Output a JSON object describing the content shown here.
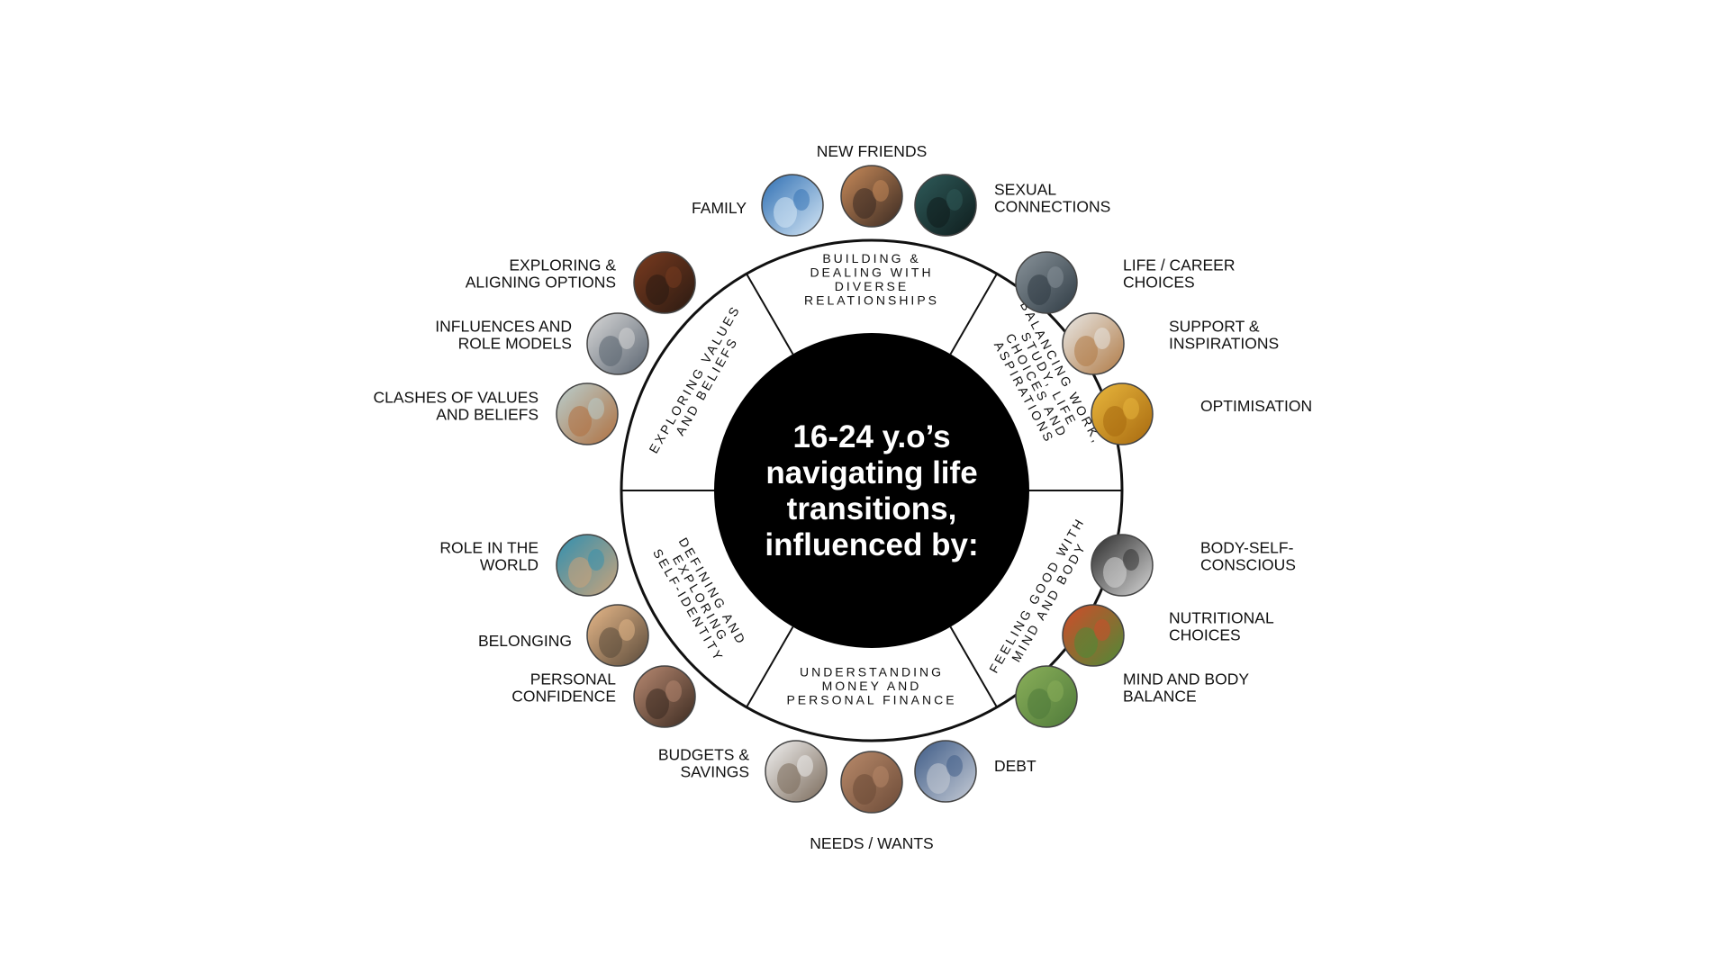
{
  "title_lines": [
    "16-24 y.o’s",
    "navigating life",
    "transitions,",
    "influenced by:"
  ],
  "segments": [
    {
      "id": "relationships",
      "lines": [
        "BUILDING &",
        "DEALING WITH",
        "DIVERSE",
        "RELATIONSHIPS"
      ]
    },
    {
      "id": "balancing",
      "lines": [
        "BALANCING WORK,",
        "STUDY, LIFE",
        "CHOICES AND",
        "ASPIRATIONS"
      ]
    },
    {
      "id": "feeling",
      "lines": [
        "FEELING GOOD WITH",
        "MIND AND BODY"
      ]
    },
    {
      "id": "money",
      "lines": [
        "UNDERSTANDING",
        "MONEY AND",
        "PERSONAL FINANCE"
      ]
    },
    {
      "id": "identity",
      "lines": [
        "DEFINING AND",
        "EXPLORING",
        "SELF-IDENTITY"
      ]
    },
    {
      "id": "values",
      "lines": [
        "EXPLORING VALUES",
        "AND BELIEFS"
      ]
    }
  ],
  "items": [
    {
      "id": "family",
      "lines": [
        "FAMILY"
      ],
      "icon": "family-photo",
      "colors": [
        "#2f6fb3",
        "#d6e7f5"
      ]
    },
    {
      "id": "new-friends",
      "lines": [
        "NEW FRIENDS"
      ],
      "icon": "friends-sunset-photo",
      "colors": [
        "#c98b5a",
        "#3a2a22"
      ]
    },
    {
      "id": "sexual-connections",
      "lines": [
        "SEXUAL",
        "CONNECTIONS"
      ],
      "icon": "couple-photo",
      "colors": [
        "#2f5b5a",
        "#0e1c1c"
      ]
    },
    {
      "id": "life-career",
      "lines": [
        "LIFE / CAREER",
        "CHOICES"
      ],
      "icon": "career-choices-photo",
      "colors": [
        "#8a949b",
        "#2f3b44"
      ]
    },
    {
      "id": "support",
      "lines": [
        "SUPPORT &",
        "INSPIRATIONS"
      ],
      "icon": "support-photo",
      "colors": [
        "#e9e9e7",
        "#b07a45"
      ]
    },
    {
      "id": "optimisation",
      "lines": [
        "OPTIMISATION"
      ],
      "icon": "capsules-photo",
      "colors": [
        "#e9b73d",
        "#a7690f"
      ]
    },
    {
      "id": "body-self",
      "lines": [
        "BODY-SELF-",
        "CONSCIOUS"
      ],
      "icon": "body-photo",
      "colors": [
        "#2a2a2a",
        "#d7d7d7"
      ]
    },
    {
      "id": "nutritional",
      "lines": [
        "NUTRITIONAL",
        "CHOICES"
      ],
      "icon": "vegetables-photo",
      "colors": [
        "#d24a2a",
        "#4d8b37"
      ]
    },
    {
      "id": "mind-body",
      "lines": [
        "MIND AND BODY",
        "BALANCE"
      ],
      "icon": "meditation-photo",
      "colors": [
        "#8bb05a",
        "#4f7a3a"
      ]
    },
    {
      "id": "debt",
      "lines": [
        "DEBT"
      ],
      "icon": "debt-photo",
      "colors": [
        "#3c5a86",
        "#c7ccd6"
      ]
    },
    {
      "id": "needs-wants",
      "lines": [
        "NEEDS / WANTS"
      ],
      "icon": "coffee-photo",
      "colors": [
        "#b98a6a",
        "#6b4a37"
      ]
    },
    {
      "id": "budgets",
      "lines": [
        "BUDGETS  &",
        "SAVINGS"
      ],
      "icon": "savings-jar-photo",
      "colors": [
        "#f2f2f2",
        "#7a6a5a"
      ]
    },
    {
      "id": "personal-confidence",
      "lines": [
        "PERSONAL",
        "CONFIDENCE"
      ],
      "icon": "confidence-photo",
      "colors": [
        "#b98a72",
        "#3b2a20"
      ]
    },
    {
      "id": "belonging",
      "lines": [
        "BELONGING"
      ],
      "icon": "belonging-photo",
      "colors": [
        "#e8b98a",
        "#5a4a3a"
      ]
    },
    {
      "id": "role-world",
      "lines": [
        "ROLE IN THE",
        "WORLD"
      ],
      "icon": "role-photo",
      "colors": [
        "#2f8fb0",
        "#caa37a"
      ]
    },
    {
      "id": "clashes",
      "lines": [
        "CLASHES OF VALUES",
        "AND BELIEFS"
      ],
      "icon": "clashes-photo",
      "colors": [
        "#b9cfcf",
        "#b0703f"
      ]
    },
    {
      "id": "influences",
      "lines": [
        "INFLUENCES AND",
        "ROLE MODELS"
      ],
      "icon": "phone-photo",
      "colors": [
        "#d9d9d9",
        "#5a6470"
      ]
    },
    {
      "id": "exploring-options",
      "lines": [
        "EXPLORING &",
        "ALIGNING OPTIONS"
      ],
      "icon": "bookshelf-photo",
      "colors": [
        "#7a3b1f",
        "#2a1a12"
      ]
    }
  ]
}
